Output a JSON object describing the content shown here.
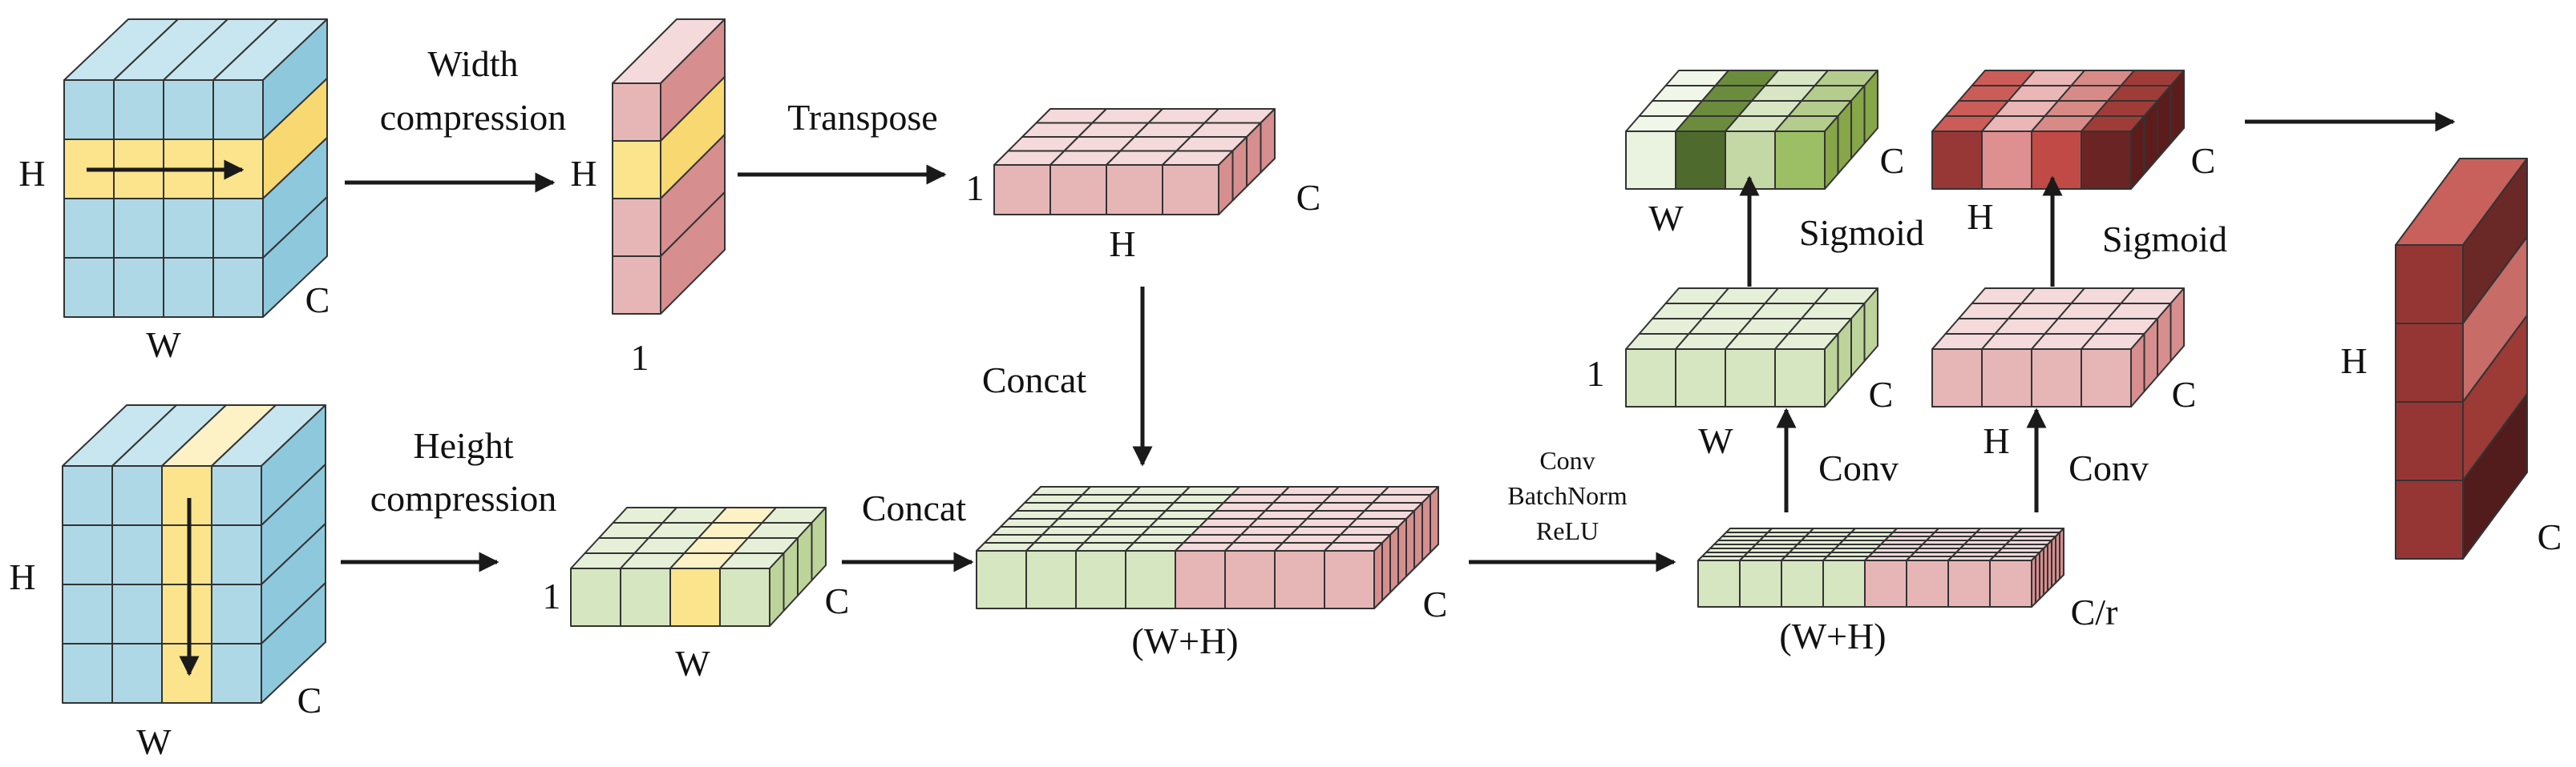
{
  "palette": {
    "blue_front": "#aed8e6",
    "blue_top": "#c8e6f0",
    "blue_side": "#8ec8dc",
    "yellow_front": "#fbe48c",
    "yellow_top": "#fdf1c6",
    "yellow_side": "#f8d870",
    "pink_front": "#e6b6b6",
    "pink_top": "#f4dada",
    "pink_side": "#d68e8e",
    "green_front": "#d6e6c0",
    "green_top": "#e6f0d8",
    "green_side": "#bcd49a"
  },
  "labels": {
    "top_cube_h": "H",
    "top_cube_w": "W",
    "top_cube_c": "C",
    "width_compression_1": "Width",
    "width_compression_2": "compression",
    "strip_h": "H",
    "strip_1": "1",
    "transpose": "Transpose",
    "transposed_1": "1",
    "transposed_h": "H",
    "transposed_c": "C",
    "concat_top": "Concat",
    "bottom_cube_h": "H",
    "bottom_cube_w": "W",
    "bottom_cube_c": "C",
    "height_compression_1": "Height",
    "height_compression_2": "compression",
    "hpool_1": "1",
    "hpool_w": "W",
    "hpool_c": "C",
    "concat_mid": "Concat",
    "concat_wh": "(W+H)",
    "concat_c": "C",
    "conv": "Conv",
    "batchnorm": "BatchNorm",
    "relu": "ReLU",
    "reduced_wh": "(W+H)",
    "reduced_cr": "C/r",
    "gw_1": "1",
    "gw_w": "W",
    "gw_c": "C",
    "conv_left": "Conv",
    "gh_h": "H",
    "gh_c": "C",
    "conv_right": "Conv",
    "att_w_w": "W",
    "att_w_c": "C",
    "sigmoid_left": "Sigmoid",
    "att_h_h": "H",
    "att_h_c": "C",
    "sigmoid_right": "Sigmoid",
    "out_h": "H",
    "out_c": "C"
  }
}
